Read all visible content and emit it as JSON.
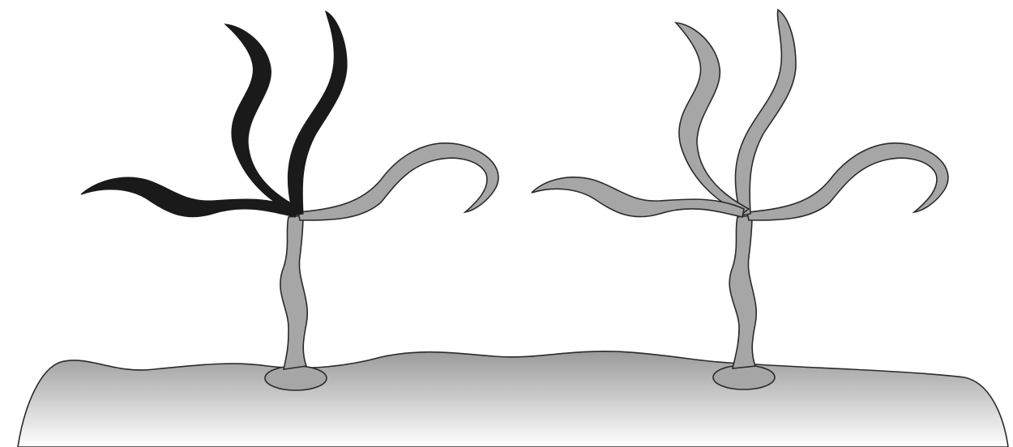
{
  "colors": {
    "background": "#ffffff",
    "outline": "#2a2a2a",
    "organism_fill": "#a6a6a6",
    "highlighted_fill": "#1a1a1a",
    "surface_top": "#9a9a9a",
    "surface_bottom": "#ffffff"
  },
  "organisms": [
    {
      "name": "left-organism",
      "highlighted_arms": [
        "upper-left-arm",
        "upper-middle-arm",
        "left-arm"
      ]
    },
    {
      "name": "right-organism",
      "highlighted_arms": []
    }
  ]
}
